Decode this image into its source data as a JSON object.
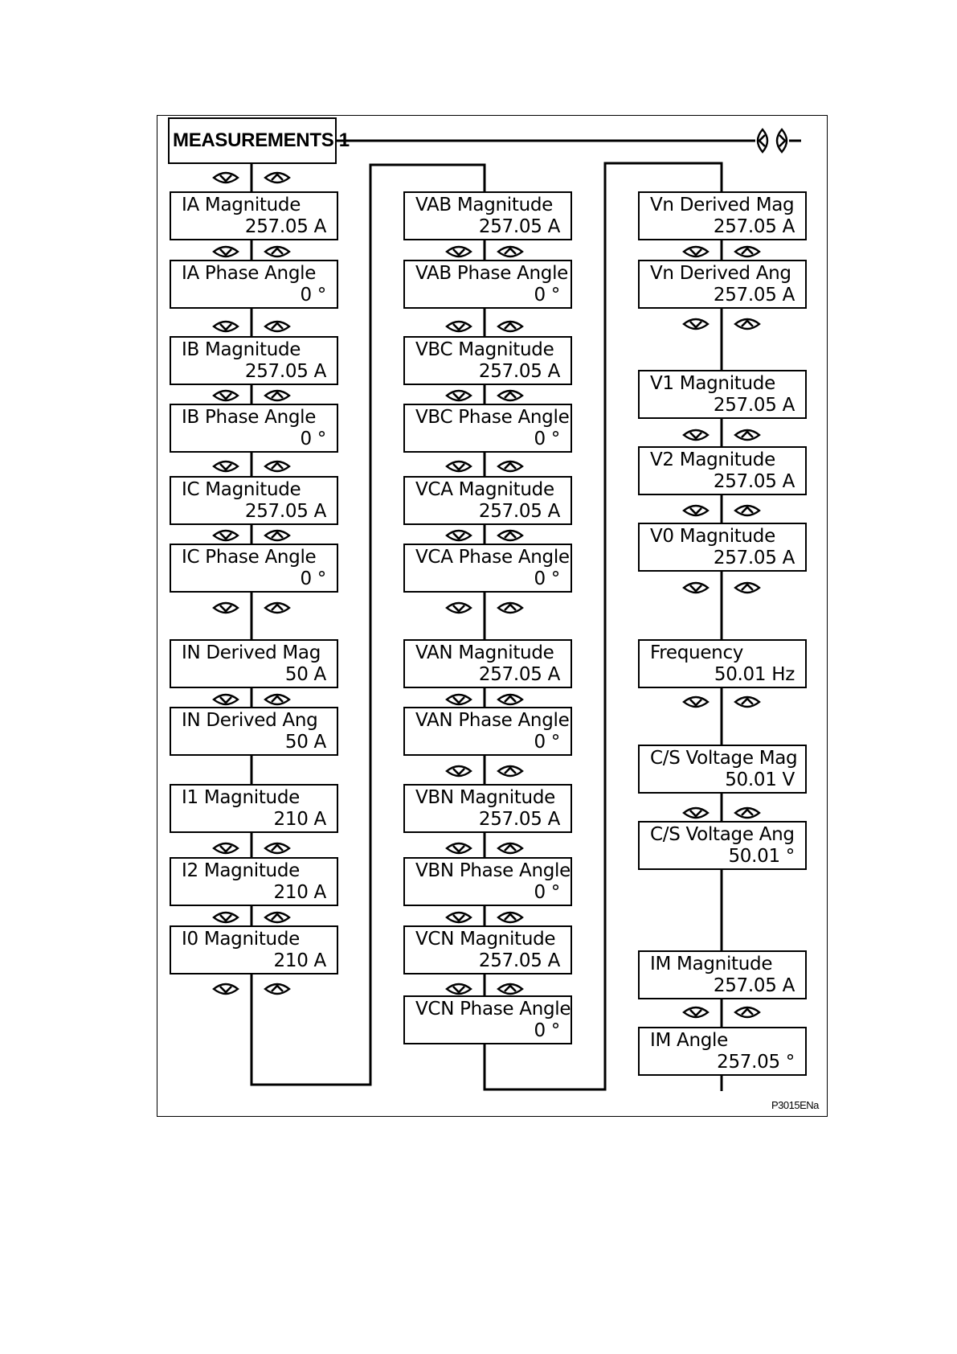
{
  "title": "MEASUREMENTS 1",
  "figure_id": "P3015ENa",
  "columns": [
    {
      "cells": [
        {
          "label": "IA Magnitude",
          "value": "257.05 A"
        },
        {
          "label": "IA Phase Angle",
          "value": "0 °"
        },
        {
          "label": "IB Magnitude",
          "value": "257.05 A"
        },
        {
          "label": "IB Phase Angle",
          "value": "0 °"
        },
        {
          "label": "IC Magnitude",
          "value": "257.05 A"
        },
        {
          "label": "IC Phase Angle",
          "value": "0 °"
        },
        {
          "label": "IN Derived Mag",
          "value": "50 A"
        },
        {
          "label": "IN Derived Ang",
          "value": "50 A"
        },
        {
          "label": "I1 Magnitude",
          "value": "210 A"
        },
        {
          "label": "I2 Magnitude",
          "value": "210 A"
        },
        {
          "label": "I0 Magnitude",
          "value": "210 A"
        }
      ]
    },
    {
      "cells": [
        {
          "label": "VAB Magnitude",
          "value": "257.05 A"
        },
        {
          "label": "VAB Phase Angle",
          "value": "0 °"
        },
        {
          "label": "VBC Magnitude",
          "value": "257.05 A"
        },
        {
          "label": "VBC Phase Angle",
          "value": "0 °"
        },
        {
          "label": "VCA Magnitude",
          "value": "257.05 A"
        },
        {
          "label": "VCA Phase Angle",
          "value": "0 °"
        },
        {
          "label": "VAN Magnitude",
          "value": "257.05 A"
        },
        {
          "label": "VAN Phase Angle",
          "value": "0 °"
        },
        {
          "label": "VBN Magnitude",
          "value": "257.05 A"
        },
        {
          "label": "VBN Phase Angle",
          "value": "0 °"
        },
        {
          "label": "VCN Magnitude",
          "value": "257.05 A"
        },
        {
          "label": "VCN Phase Angle",
          "value": "0 °"
        }
      ]
    },
    {
      "cells": [
        {
          "label": "Vn Derived Mag",
          "value": "257.05 A"
        },
        {
          "label": "Vn Derived Ang",
          "value": "257.05 A"
        },
        {
          "label": "V1 Magnitude",
          "value": "257.05 A"
        },
        {
          "label": "V2 Magnitude",
          "value": "257.05 A"
        },
        {
          "label": "V0 Magnitude",
          "value": "257.05 A"
        },
        {
          "label": "Frequency",
          "value": "50.01 Hz"
        },
        {
          "label": "C/S Voltage Mag",
          "value": "50.01 V"
        },
        {
          "label": "C/S Voltage Ang",
          "value": "50.01 °"
        },
        {
          "label": "IM Magnitude",
          "value": "257.05 A"
        },
        {
          "label": "IM Angle",
          "value": "257.05 °"
        }
      ]
    }
  ],
  "icons": {
    "down": "down-arrow-key-icon",
    "up": "up-arrow-key-icon",
    "left": "left-arrow-key-icon",
    "right": "right-arrow-key-icon"
  }
}
